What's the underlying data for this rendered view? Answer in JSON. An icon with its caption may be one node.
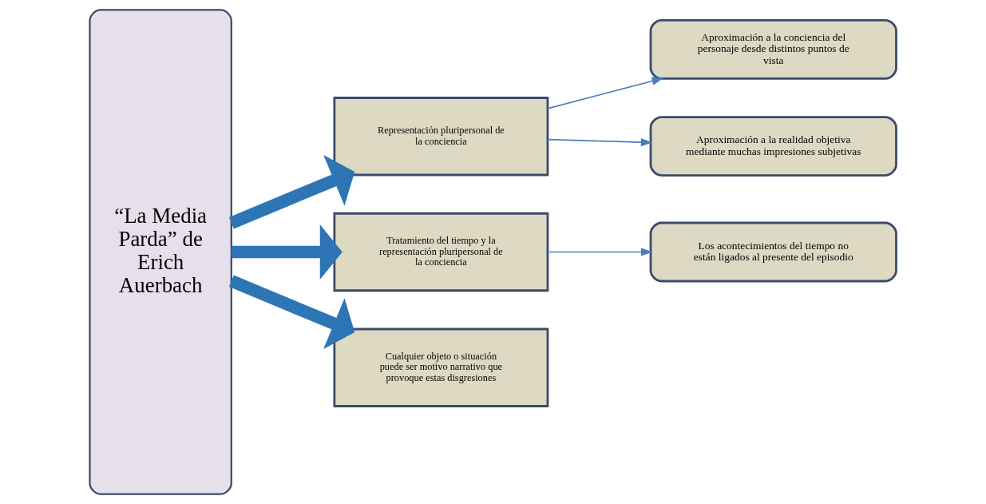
{
  "diagram": {
    "nodes": [
      {
        "text": [
          "“La Media Parda” de Erich Auerbach"
        ]
      },
      {
        "text": [
          "Representación pluripersonal de la conciencia"
        ]
      },
      {
        "text": [
          "Aproximación a la conciencia del personaje desde distintos puntos de vista"
        ]
      },
      {
        "text": [
          "Aproximación a la realidad objetiva mediante muchas impresiones subjetivas"
        ]
      },
      {
        "text": [
          "Tratamiento del tiempo y la representación pluripersonal de la conciencia"
        ]
      },
      {
        "text": [
          "Los acontecimientos del tiempo no están ligados al presente del episodio"
        ]
      },
      {
        "text": [
          "Cualquier objeto o situación puede ser motivo narrativo que provoque estas disgresiones"
        ]
      }
    ],
    "edges": [
      {
        "from": 0,
        "to": 1,
        "arrow": "to",
        "style": "thick",
        "color": "#2e75b6"
      },
      {
        "from": 1,
        "to": 2,
        "arrow": "to"
      },
      {
        "from": 1,
        "to": 3,
        "arrow": "to"
      },
      {
        "from": 0,
        "to": 4,
        "arrow": "to",
        "style": "thick",
        "color": "#2e75b6"
      },
      {
        "from": 4,
        "to": 5,
        "arrow": "to"
      },
      {
        "from": 0,
        "to": 6,
        "arrow": "to",
        "style": "thick",
        "color": "#2e75b6"
      }
    ]
  }
}
